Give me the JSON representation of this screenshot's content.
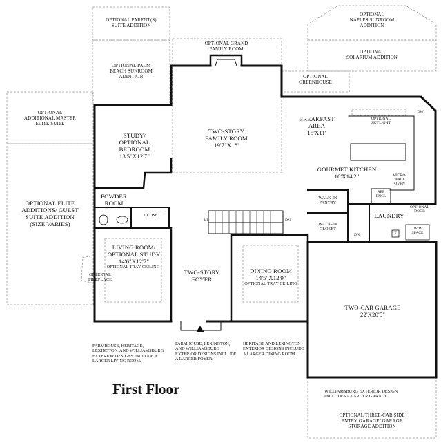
{
  "title": "First Floor",
  "rooms": {
    "optional_parents_suite": "OPTIONAL PARENT(S)\nSUITE ADDITION",
    "optional_naples_sunroom": "OPTIONAL\nNAPLES SUNROOM\nADDITION",
    "optional_grand_family_room": "OPTIONAL GRAND\nFAMILY ROOM",
    "optional_palm_beach": "OPTIONAL PALM\nBEACH SUNROOM\nADDITION",
    "optional_solarium": "OPTIONAL\nSOLARIUM ADDITION",
    "optional_greenhouse": "OPTIONAL\nGREENHOUSE",
    "optional_master_elite": "OPTIONAL\nADDITIONAL MASTER\nELITE SUITE",
    "two_story_family_room": "TWO-STORY\nFAMILY ROOM\n19'7\"X18'",
    "breakfast_area": "BREAKFAST\nAREA\n15'X11'",
    "study_bedroom": "STUDY/\nOPTIONAL\nBEDROOM\n13'5\"X12'7\"",
    "gourmet_kitchen": "GOURMET KITCHEN\n16'X14'2\"",
    "powder_room": "POWDER\nROOM",
    "closet": "CLOSET",
    "walk_in_pantry": "WALK-IN\nPANTRY",
    "walk_in_closet": "WALK-IN\nCLOSET",
    "laundry": "LAUNDRY",
    "optional_elite_additions": "OPTIONAL ELITE\nADDITIONS/ GUEST\nSUITE ADDITION\n(SIZE VARIES)",
    "living_room": "LIVING ROOM/\nOPTIONAL STUDY\n14'6\"X12'7\"",
    "living_tray": "OPTIONAL TRAY CEILING",
    "optional_fireplace": "OPTIONAL\nFIREPLACE",
    "two_story_foyer": "TWO-STORY\nFOYER",
    "dining_room": "DINING ROOM\n14'5\"X12'9\"",
    "dining_tray": "OPTIONAL TRAY CEILING",
    "two_car_garage": "TWO-CAR GARAGE\n22'X20'5\"",
    "optional_three_car": "OPTIONAL THREE-CAR SIDE\nENTRY GARAGE/ GARAGE\nSTORAGE ADDITION"
  },
  "fixtures": {
    "dw": "DW",
    "optional_skylight": "OPTIONAL\nSKYLIGHT",
    "micro_wall_oven": "MICRO/\nWALL\nOVEN",
    "ref_encl": "REF\nENCL",
    "optional_door": "OPTIONAL\nDOOR",
    "wd_space": "W/D\nSPACE",
    "t": "T",
    "up": "UP",
    "dn_stairs": "DN",
    "dn_garage": "DN"
  },
  "notes": {
    "living": "FARMHOUSE, HERITAGE,\nLEXINGTON, AND WILLIAMSBURG\nEXTERIOR DESIGNS INCLUDE A\nLARGER LIVING ROOM.",
    "foyer": "FARMHOUSE, LEXINGTON,\nAND WILLIAMSBURG\nEXTERIOR DESIGNS INCLUDE\nA LARGER FOYER.",
    "dining": "HERITAGE AND LEXINGTON\nEXTERIOR DESIGNS INCLUDE\nA LARGER DINING ROOM.",
    "garage": "WILLIAMSBURG EXTERIOR DESIGN\nINCLUDES A LARGER GARAGE."
  },
  "colors": {
    "wall": "#111111",
    "dash": "#9a9a9a",
    "background": "#ffffff"
  }
}
